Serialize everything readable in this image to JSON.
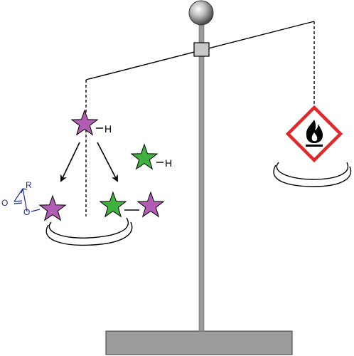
{
  "labels": {
    "h_top": "H",
    "h_green": "H",
    "ester_r": "R",
    "ester_o_carbonyl": "O",
    "ester_o_link": "O"
  },
  "colors": {
    "magenta_star": "#b15db4",
    "green_star": "#3fb13f",
    "ester_blue": "#1c2c8e",
    "hazard_red": "#e3262a",
    "pole_gray": "#9a9a9a",
    "base_gray": "#9c9c9c",
    "line_black": "#000000"
  },
  "icons": {
    "hazard": "flammable-ghs-pictogram",
    "knob": "sphere-knob-icon",
    "pivot": "pivot-block-icon"
  }
}
